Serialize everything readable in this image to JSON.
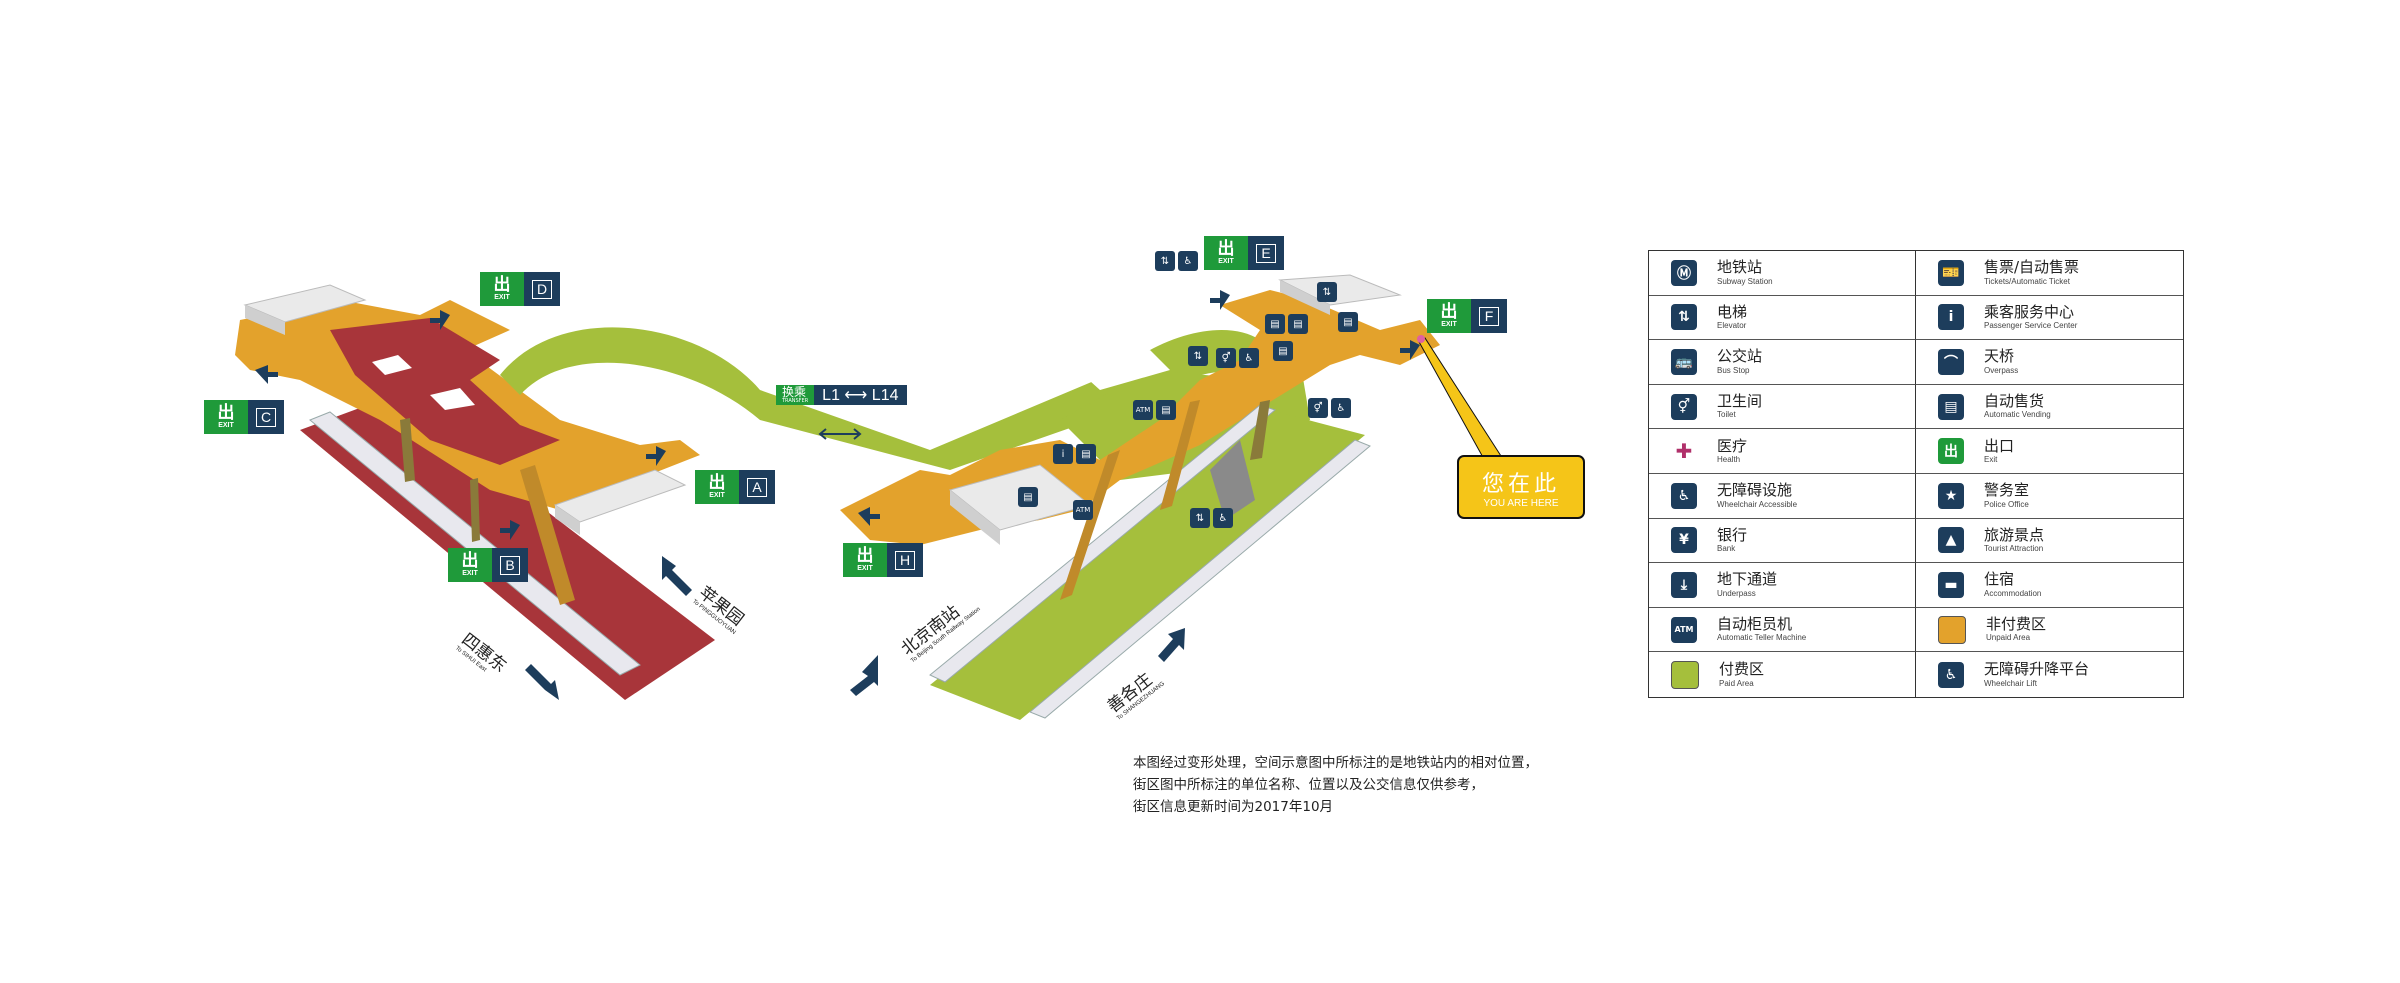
{
  "exits": [
    {
      "letter": "D",
      "exit_label": "EXIT",
      "cn": "出"
    },
    {
      "letter": "C",
      "exit_label": "EXIT",
      "cn": "出"
    },
    {
      "letter": "A",
      "exit_label": "EXIT",
      "cn": "出"
    },
    {
      "letter": "B",
      "exit_label": "EXIT",
      "cn": "出"
    },
    {
      "letter": "E",
      "exit_label": "EXIT",
      "cn": "出"
    },
    {
      "letter": "F",
      "exit_label": "EXIT",
      "cn": "出"
    },
    {
      "letter": "H",
      "exit_label": "EXIT",
      "cn": "出"
    }
  ],
  "transfer": {
    "label": "换乘",
    "sub": "TRANSFER",
    "lines": "L1 ⟷ L14"
  },
  "you_are_here": {
    "zh": "您在此",
    "en": "YOU ARE HERE"
  },
  "directions": [
    {
      "zh": "苹果园",
      "en": "To PINGGUOYUAN"
    },
    {
      "zh": "四惠东",
      "en": "To SIHUI East"
    },
    {
      "zh": "北京南站",
      "en": "To Beijing South Railway Station"
    },
    {
      "zh": "善各庄",
      "en": "To SHANGEZHUANG"
    }
  ],
  "legend": [
    {
      "icon": "subway-icon",
      "glyph": "Ⓜ",
      "zh": "地铁站",
      "en": "Subway Station"
    },
    {
      "icon": "ticket-icon",
      "glyph": "🎫",
      "zh": "售票/自动售票",
      "en": "Tickets/Automatic Ticket"
    },
    {
      "icon": "elevator-icon",
      "glyph": "⇅",
      "zh": "电梯",
      "en": "Elevator"
    },
    {
      "icon": "service-center-icon",
      "glyph": "i",
      "zh": "乘客服务中心",
      "en": "Passenger Service Center"
    },
    {
      "icon": "bus-icon",
      "glyph": "🚌",
      "zh": "公交站",
      "en": "Bus Stop"
    },
    {
      "icon": "overpass-icon",
      "glyph": "⌒",
      "zh": "天桥",
      "en": "Overpass"
    },
    {
      "icon": "toilet-icon",
      "glyph": "⚥",
      "zh": "卫生间",
      "en": "Toilet"
    },
    {
      "icon": "vending-icon",
      "glyph": "▤",
      "zh": "自动售货",
      "en": "Automatic Vending"
    },
    {
      "icon": "health-icon",
      "glyph": "✚",
      "zh": "医疗",
      "en": "Health"
    },
    {
      "icon": "exit-icon",
      "glyph": "出",
      "zh": "出口",
      "en": "Exit"
    },
    {
      "icon": "wheelchair-icon",
      "glyph": "♿",
      "zh": "无障碍设施",
      "en": "Wheelchair Accessible"
    },
    {
      "icon": "police-icon",
      "glyph": "★",
      "zh": "警务室",
      "en": "Police Office"
    },
    {
      "icon": "bank-icon",
      "glyph": "¥",
      "zh": "银行",
      "en": "Bank"
    },
    {
      "icon": "tourist-icon",
      "glyph": "▲",
      "zh": "旅游景点",
      "en": "Tourist Attraction"
    },
    {
      "icon": "underpass-icon",
      "glyph": "⤓",
      "zh": "地下通道",
      "en": "Underpass"
    },
    {
      "icon": "accommodation-icon",
      "glyph": "▬",
      "zh": "住宿",
      "en": "Accommodation"
    },
    {
      "icon": "atm-icon",
      "glyph": "ATM",
      "zh": "自动柜员机",
      "en": "Automatic Teller Machine"
    },
    {
      "icon": "unpaid-area-swatch",
      "glyph": "",
      "zh": "非付费区",
      "en": "Unpaid Area",
      "color": "#e3a22c"
    },
    {
      "icon": "paid-area-swatch",
      "glyph": "",
      "zh": "付费区",
      "en": "Paid Area",
      "color": "#a5bf3c"
    },
    {
      "icon": "wheelchair-lift-icon",
      "glyph": "♿",
      "zh": "无障碍升降平台",
      "en": "Wheelchair Lift"
    }
  ],
  "note": [
    "本图经过变形处理，空间示意图中所标注的是地铁站内的相对位置，",
    "街区图中所标注的单位名称、位置以及公交信息仅供参考，",
    "街区信息更新时间为2017年10月"
  ],
  "colors": {
    "unpaid": "#e3a22c",
    "paid": "#a5bf3c",
    "platform": "#a8353a",
    "navy": "#1d3d5c",
    "exit_green": "#1f9a3a"
  }
}
